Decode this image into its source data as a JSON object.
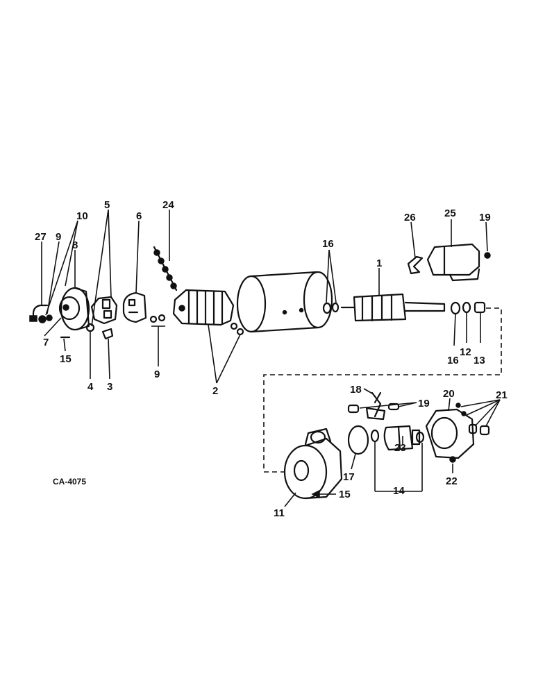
{
  "diagram": {
    "code": "CA-4075",
    "callouts": {
      "c1": "1",
      "c2": "2",
      "c3": "3",
      "c4": "4",
      "c5": "5",
      "c6": "6",
      "c7": "7",
      "c8": "8",
      "c9a": "9",
      "c9b": "9",
      "c10": "10",
      "c11": "11",
      "c12": "12",
      "c13": "13",
      "c14": "14",
      "c15a": "15",
      "c15b": "15",
      "c16a": "16",
      "c16b": "16",
      "c17": "17",
      "c18": "18",
      "c19a": "19",
      "c19b": "19",
      "c20": "20",
      "c21": "21",
      "c22": "22",
      "c23": "23",
      "c24": "24",
      "c25": "25",
      "c26": "26",
      "c27": "27"
    }
  }
}
